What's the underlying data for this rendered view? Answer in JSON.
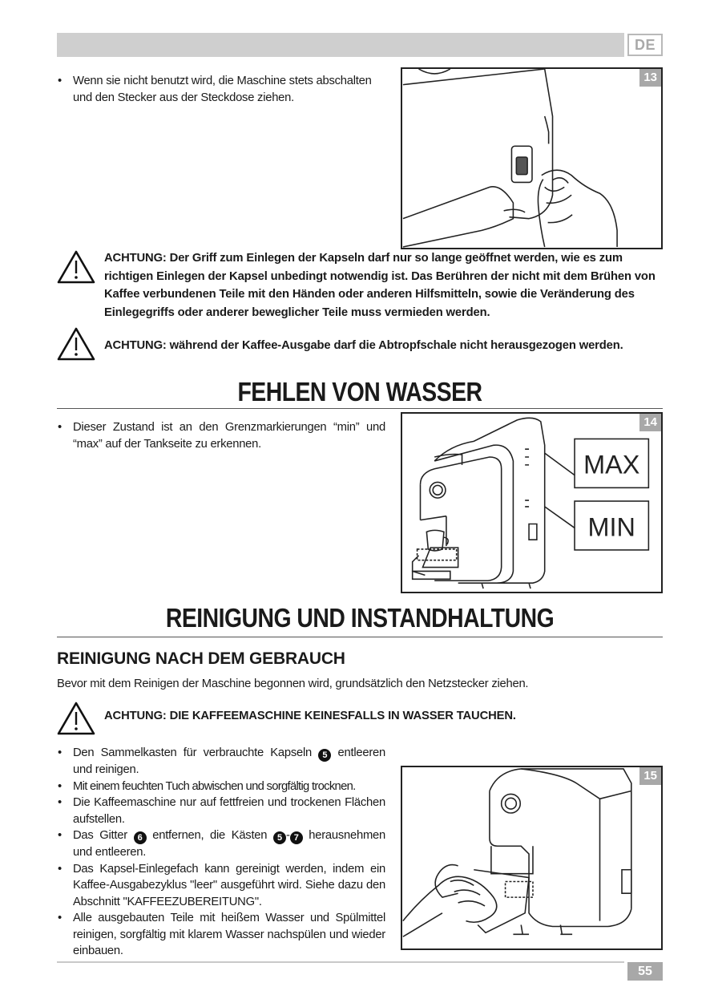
{
  "header": {
    "lang_badge": "DE"
  },
  "section_off": {
    "bullets": [
      "Wenn sie nicht benutzt wird, die Maschine stets abschalten und den Stecker aus der Steckdose ziehen."
    ],
    "figure_number": "13"
  },
  "warnings": {
    "w1": "ACHTUNG: Der Griff zum Einlegen der Kapseln darf nur so lange geöffnet werden, wie es zum richtigen Einlegen der Kapsel unbedingt notwendig ist.  Das Berühren der nicht mit dem Brühen von Kaffee verbundenen Teile mit den Händen oder anderen Hilfsmitteln, sowie die Veränderung des Einlegegriffs oder anderer beweglicher Teile muss vermieden werden.",
    "w2": "ACHTUNG: während der Kaffee-Ausgabe darf die Abtropfschale nicht herausgezogen werden.",
    "w3": "ACHTUNG: DIE KAFFEEMASCHINE KEINESFALLS IN WASSER TAUCHEN."
  },
  "section_water": {
    "title": "FEHLEN VON WASSER",
    "bullets": [
      "Dieser Zustand ist an den Grenzmarkierungen “min” und “max” auf der Tankseite zu erkennen."
    ],
    "figure_number": "14",
    "label_max": "MAX",
    "label_min": "MIN"
  },
  "section_clean": {
    "title": "REINIGUNG UND INSTANDHALTUNG",
    "subtitle": "REINIGUNG NACH DEM GEBRAUCH",
    "intro": "Bevor mit dem Reinigen der Maschine begonnen wird, grundsätzlich den Netzstecker ziehen.",
    "figure_number": "15",
    "b1_pre": "Den Sammelkasten für verbrauchte Kapseln ",
    "b1_num": "5",
    "b1_post": " entleeren und reinigen.",
    "b2": "Mit einem feuchten Tuch abwischen und sorgfältig trocknen.",
    "b3": "Die Kaffeemaschine nur auf fettfreien und trockenen Flächen aufstellen.",
    "b4_a": "Das Gitter ",
    "b4_n1": "6",
    "b4_b": " entfernen, die Kästen ",
    "b4_n2": "5",
    "b4_dash": "-",
    "b4_n3": "7",
    "b4_c": " herausnehmen und entleeren.",
    "b5": "Das Kapsel-Einlegefach kann gereinigt werden, indem ein Kaffee-Ausgabezyklus \"leer\" ausgeführt wird. Siehe dazu den Abschnitt \"KAFFEEZUBEREITUNG\".",
    "b6": "Alle ausgebauten Teile mit heißem Wasser und Spülmittel reinigen, sorgfältig mit klarem Wasser nachspülen und wieder einbauen."
  },
  "footer": {
    "page_number": "55"
  }
}
